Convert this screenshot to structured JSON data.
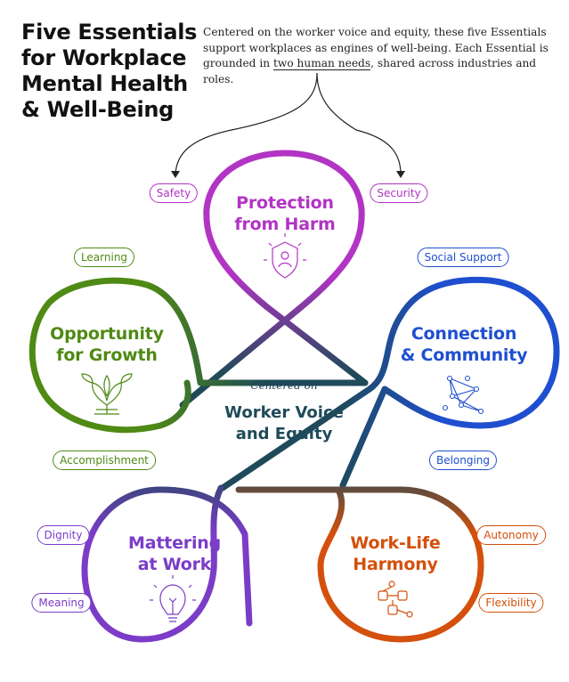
{
  "title": {
    "line1": "Five Essentials",
    "line2": "for Workplace",
    "line3": "Mental Health",
    "line4": "& Well-Being"
  },
  "intro": {
    "text_before": "Centered on the worker voice and equity, these five Essentials support workplaces as engines of well-being. Each Essential is grounded in ",
    "highlight": "two human needs",
    "text_after": ", shared across industries and roles."
  },
  "center": {
    "subtitle": "Centered on",
    "line1": "Worker Voice",
    "line2": "and Equity"
  },
  "essentials": {
    "protection": {
      "line1": "Protection",
      "line2": "from Harm",
      "needs": [
        "Safety",
        "Security"
      ],
      "color": "#b234c4",
      "icon": "shield-person-icon"
    },
    "connection": {
      "line1": "Connection",
      "line2": "& Community",
      "needs": [
        "Social Support",
        "Belonging"
      ],
      "color": "#1f4fd0",
      "icon": "network-icon"
    },
    "worklife": {
      "line1": "Work-Life",
      "line2": "Harmony",
      "needs": [
        "Autonomy",
        "Flexibility"
      ],
      "color": "#d4500c",
      "icon": "flow-icon"
    },
    "mattering": {
      "line1": "Mattering",
      "line2": "at Work",
      "needs": [
        "Dignity",
        "Meaning"
      ],
      "color": "#7b3cc8",
      "icon": "lightbulb-icon"
    },
    "growth": {
      "line1": "Opportunity",
      "line2": "for Growth",
      "needs": [
        "Learning",
        "Accomplishment"
      ],
      "color": "#4f8a14",
      "icon": "plant-icon"
    }
  },
  "colors": {
    "center": "#1f4a5a",
    "ink": "#111111"
  }
}
